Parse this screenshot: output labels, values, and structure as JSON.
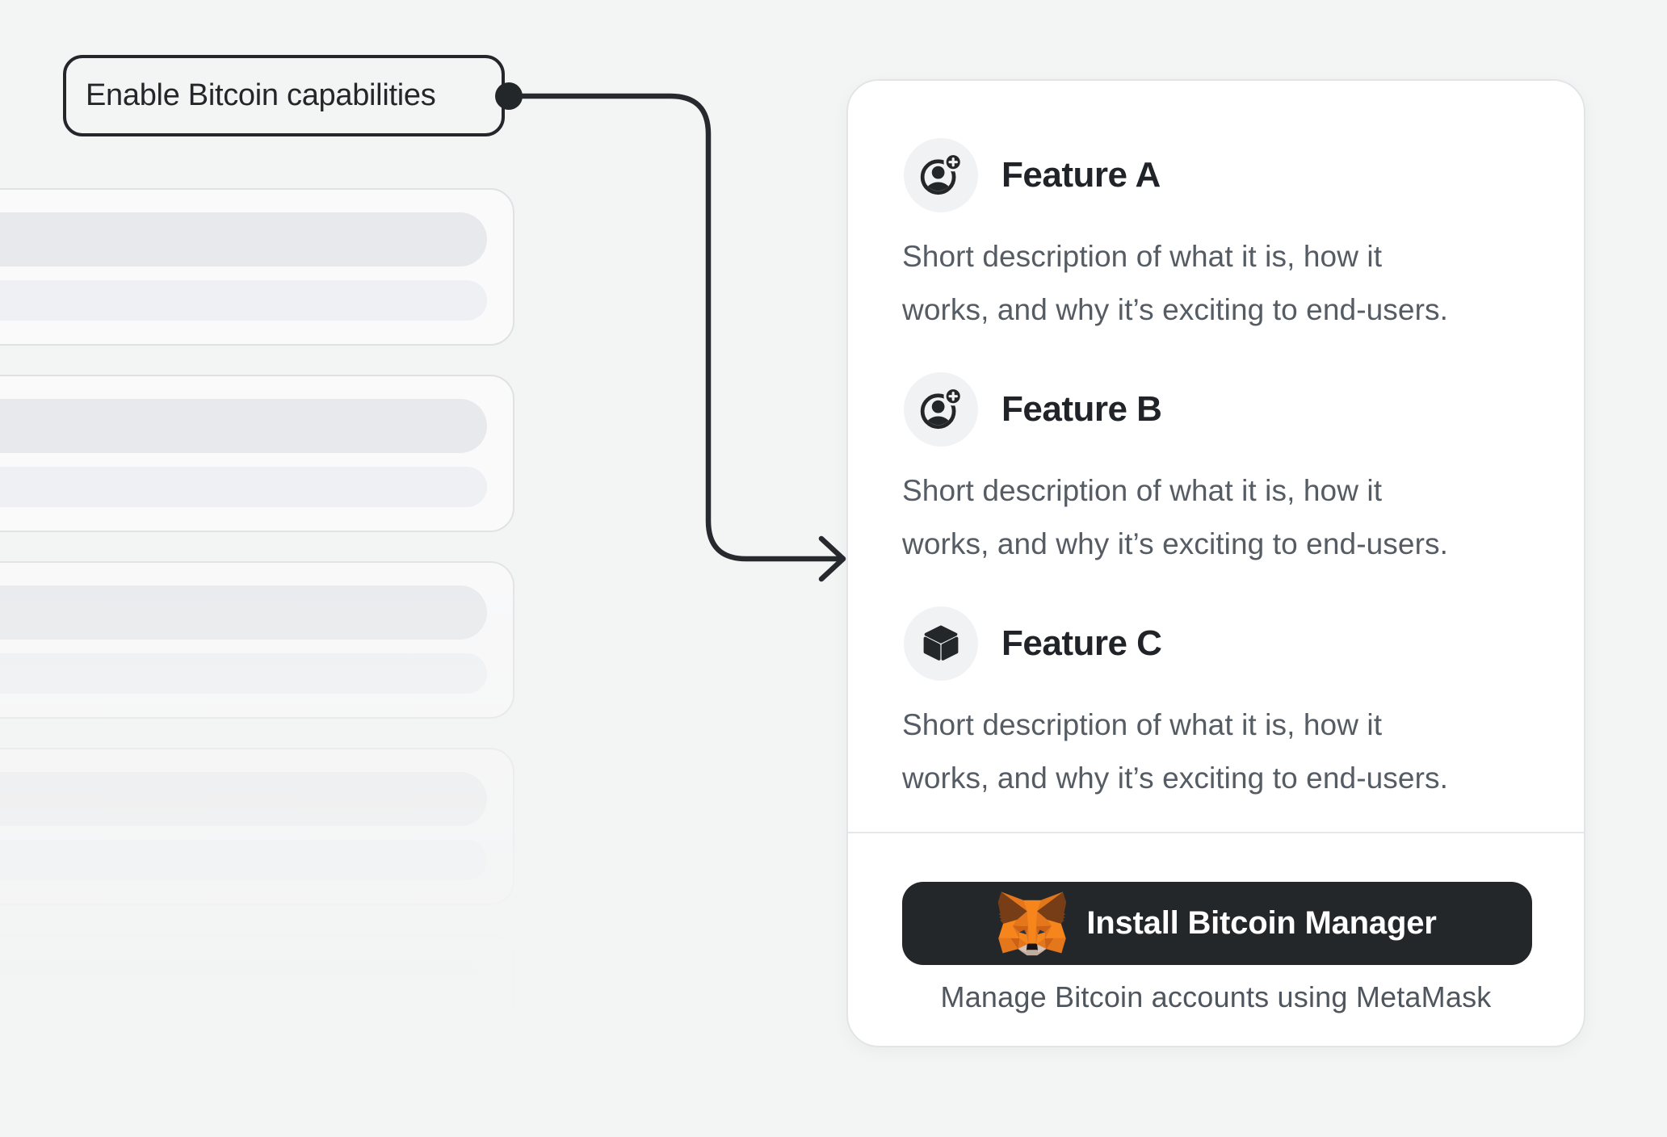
{
  "annotation": {
    "label": "Enable Bitcoin capabilities"
  },
  "card": {
    "features": [
      {
        "title": "Feature A",
        "icon": "user-add",
        "desc_line1": "Short description of what it is, how it",
        "desc_line2": "works, and why it’s exciting to end-users."
      },
      {
        "title": "Feature B",
        "icon": "user-add",
        "desc_line1": "Short description of what it is, how it",
        "desc_line2": "works, and why it’s exciting to end-users."
      },
      {
        "title": "Feature C",
        "icon": "cube",
        "desc_line1": "Short description of what it is, how it",
        "desc_line2": "works, and why it’s exciting to end-users."
      }
    ],
    "cta": {
      "button_label": "Install Bitcoin Manager",
      "caption": "Manage Bitcoin accounts using MetaMask"
    }
  },
  "skeleton": {
    "card_count": 5
  },
  "colors": {
    "background": "#f3f4f4",
    "ink": "#24272a",
    "muted_text": "#555c64",
    "card_border": "#e3e4e8",
    "icon_circle_bg": "#f1f2f4",
    "button_bg": "#24272a",
    "fox_orange": "#f6851b"
  }
}
